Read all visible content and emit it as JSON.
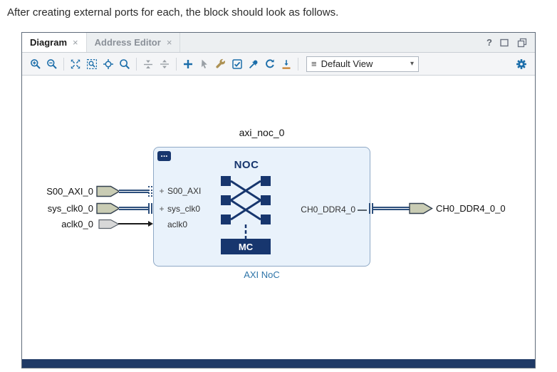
{
  "caption": "After creating external ports for each, the block should look as follows.",
  "window": {
    "tabs": [
      {
        "label": "Diagram",
        "close": "×"
      },
      {
        "label": "Address Editor",
        "close": "×"
      }
    ],
    "controls": {
      "help": "?"
    }
  },
  "toolbar": {
    "icons": [
      "zoom-in",
      "zoom-out",
      "zoom-fit",
      "zoom-to-selection",
      "auto-fit",
      "search",
      "collapse-hierarchy",
      "expand-hierarchy",
      "add-ip",
      "pointer",
      "wrench",
      "validate-design",
      "pin",
      "refresh",
      "regenerate-layout",
      "view-menu",
      "settings-gear"
    ],
    "view_selector": {
      "menu_icon": "≡",
      "label": "Default View",
      "chevron": "▾"
    }
  },
  "diagram": {
    "instance_name": "axi_noc_0",
    "ip_type": "AXI NoC",
    "noc_label": "NOC",
    "mc_label": "MC",
    "badge": "...",
    "left_ports": [
      {
        "expand": "+",
        "name": "S00_AXI"
      },
      {
        "expand": "+",
        "name": "sys_clk0"
      },
      {
        "expand": "",
        "name": "aclk0"
      }
    ],
    "right_ports": [
      {
        "name": "CH0_DDR4_0"
      }
    ],
    "external_ports_left": [
      {
        "name": "S00_AXI_0",
        "kind": "interface"
      },
      {
        "name": "sys_clk0_0",
        "kind": "interface"
      },
      {
        "name": "aclk0_0",
        "kind": "signal"
      }
    ],
    "external_ports_right": [
      {
        "name": "CH0_DDR4_0_0",
        "kind": "interface"
      }
    ]
  },
  "colors": {
    "navy": "#17366e",
    "block_fill": "#e9f2fb",
    "block_border": "#8fa9c6",
    "wire_blue": "#2d4f7c",
    "pin_fill": "#c9ccb4",
    "icon_blue": "#1c6eaa",
    "bottom_bar": "#1f3a66"
  }
}
